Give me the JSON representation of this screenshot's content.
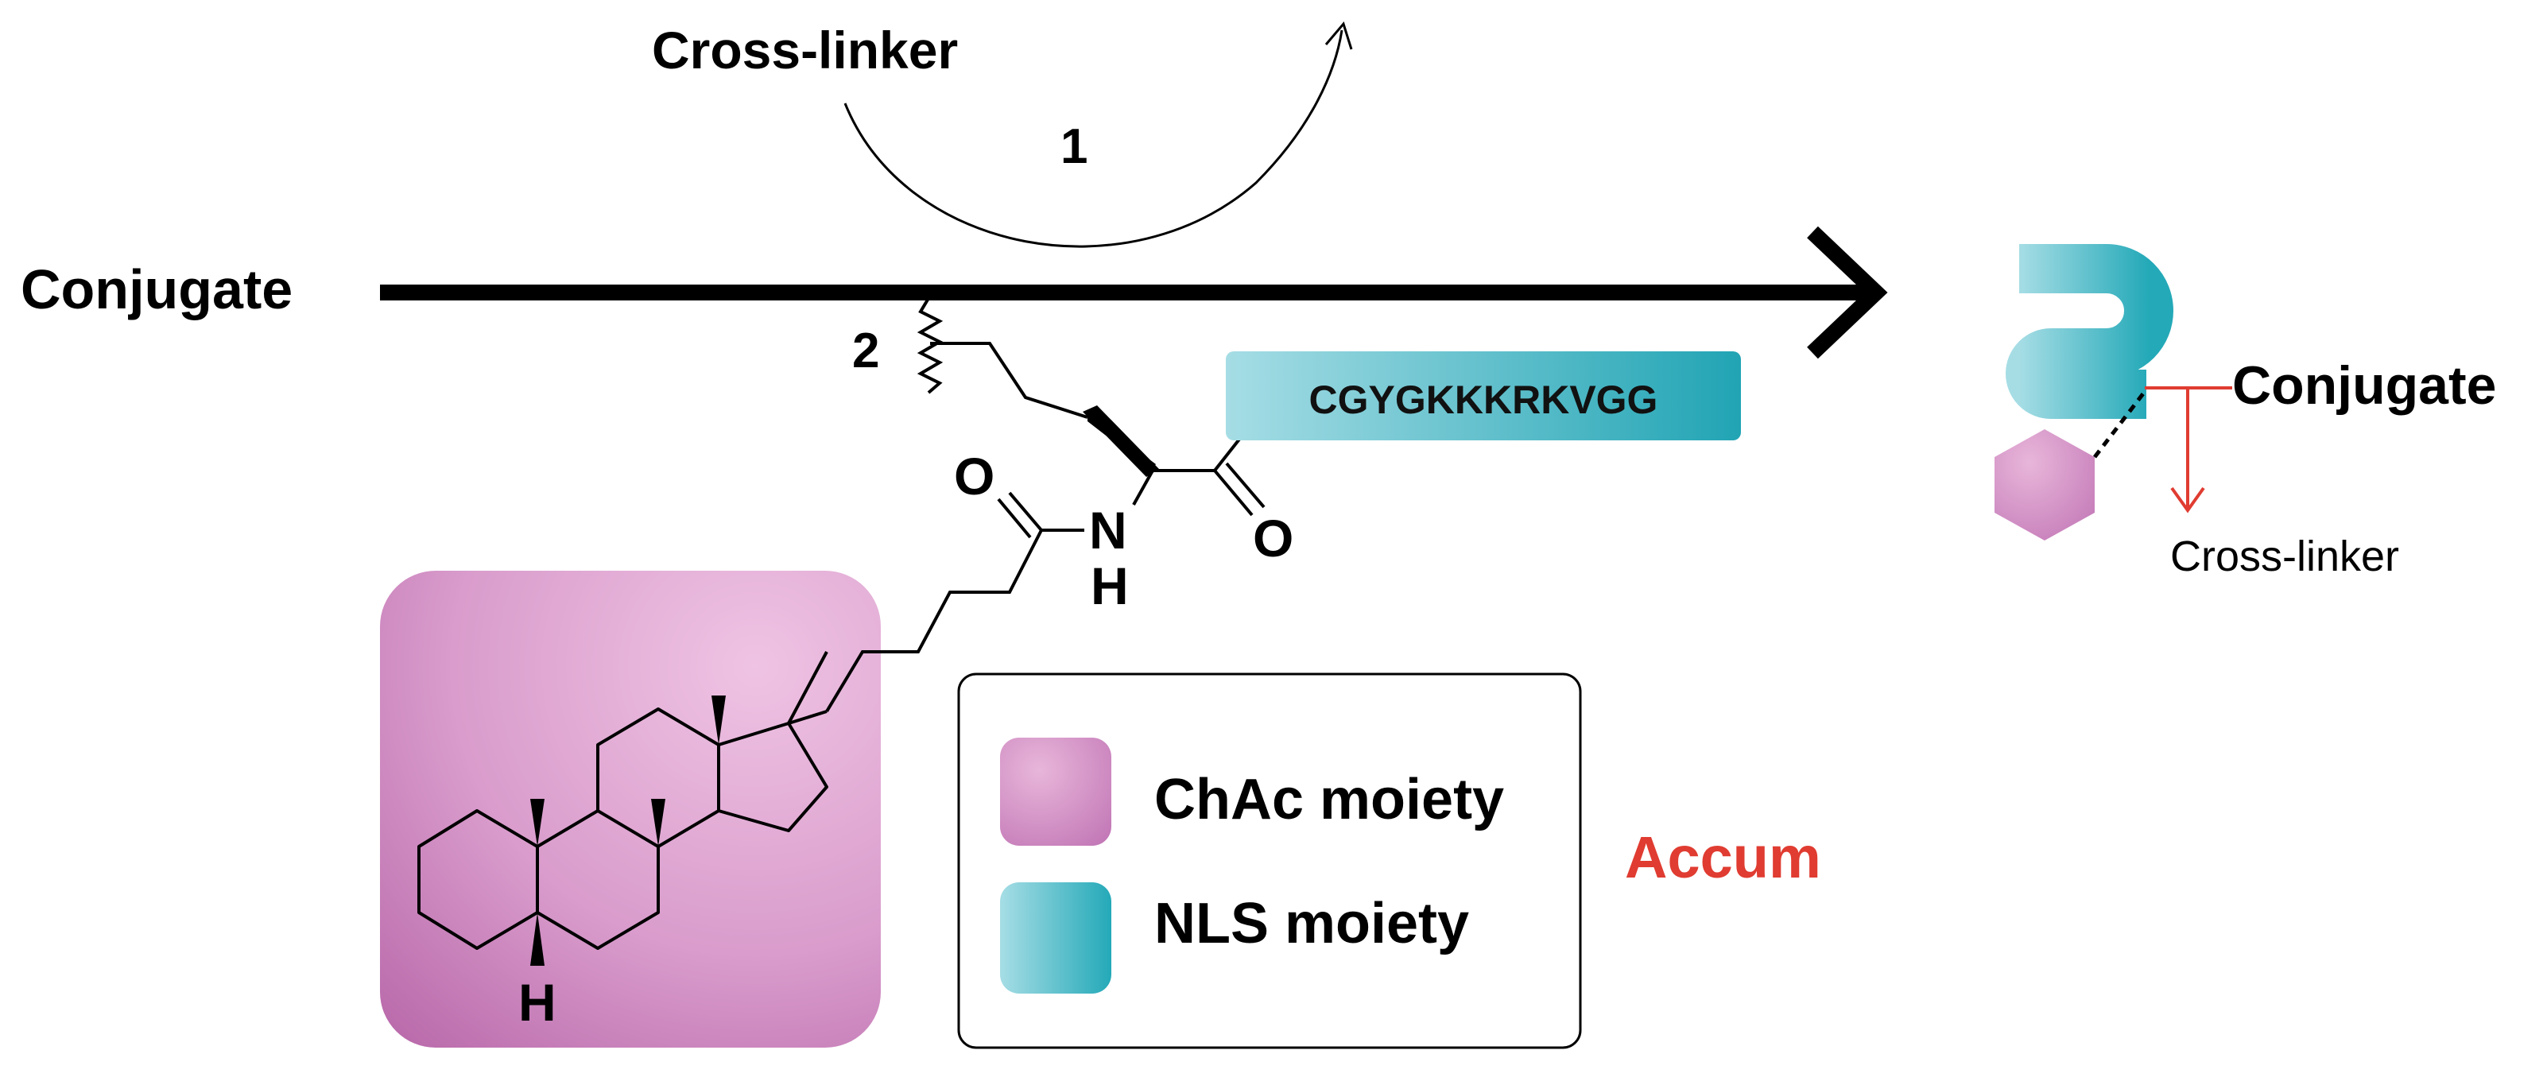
{
  "labels": {
    "cross_linker_top": "Cross-linker",
    "step_1": "1",
    "step_2": "2",
    "conjugate_left": "Conjugate",
    "peptide_sequence": "CGYGKKKRKVGG",
    "atom_o_amide": "O",
    "atom_n": "N",
    "atom_h_amide": "H",
    "atom_o_carbonyl": "O",
    "atom_h_steroid": "H",
    "conjugate_right": "Conjugate",
    "cross_linker_right": "Cross-linker",
    "accum": "Accum"
  },
  "legend": {
    "items": [
      {
        "label": "ChAc moiety"
      },
      {
        "label": "NLS moiety"
      }
    ]
  },
  "colors": {
    "ink": "#000000",
    "chac_pink": "#d99ccc",
    "chac_pink_dark": "#b766a8",
    "nls_teal_light": "#8fd3de",
    "nls_teal_dark": "#24a9b8",
    "accent_red": "#e03c31"
  }
}
